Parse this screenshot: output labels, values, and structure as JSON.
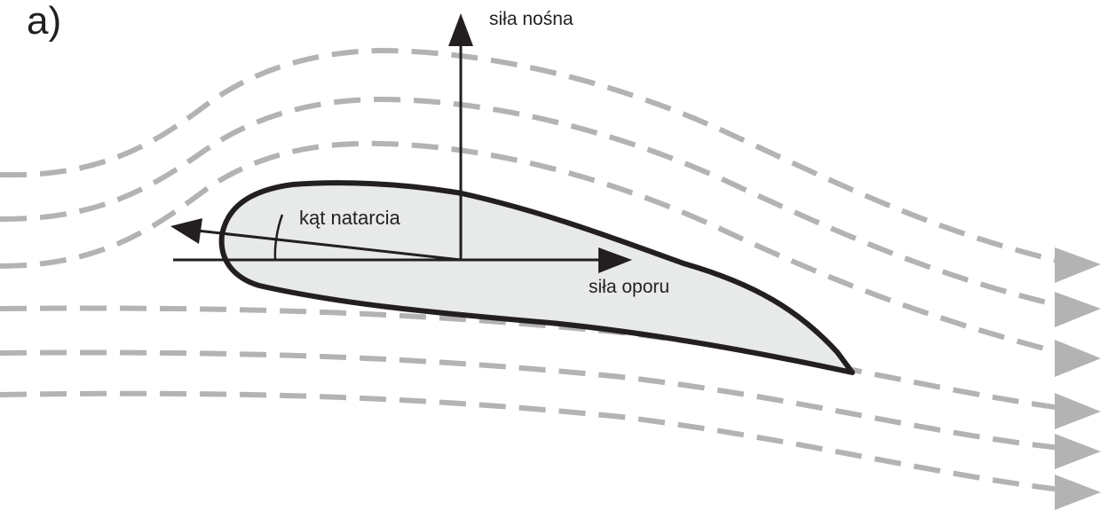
{
  "figure": {
    "panel_label": "a)",
    "labels": {
      "lift": "siła nośna",
      "drag": "siła oporu",
      "angle_of_attack": "kąt natarcia"
    }
  },
  "colors": {
    "streamline": "#b3b3b3",
    "airfoil_fill": "#e8e9e9",
    "outline": "#231f20",
    "background": "#ffffff"
  },
  "icons": {
    "streamline_arrowhead": "triangle-arrow-icon",
    "force_arrowhead": "arrowhead-icon"
  }
}
